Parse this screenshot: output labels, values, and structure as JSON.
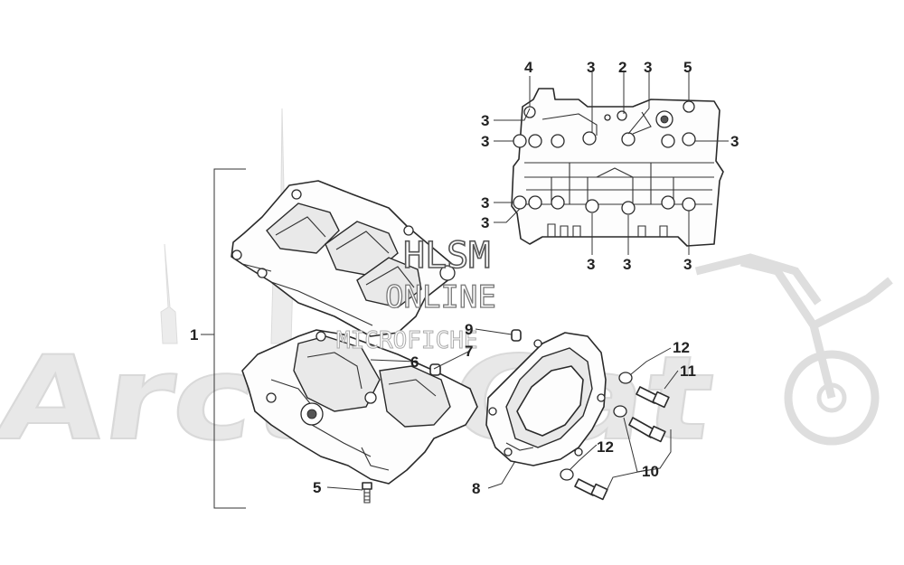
{
  "watermark": {
    "brand": "ArcticCat",
    "line1": "HLSM",
    "line2": "ONLINE",
    "line3": "MICROFICHE"
  },
  "callouts": {
    "c1": "1",
    "c2": "2",
    "c3": "3",
    "c4": "4",
    "c5": "5",
    "c6": "6",
    "c7": "7",
    "c8": "8",
    "c9": "9",
    "c10": "10",
    "c11": "11",
    "c12": "12"
  }
}
